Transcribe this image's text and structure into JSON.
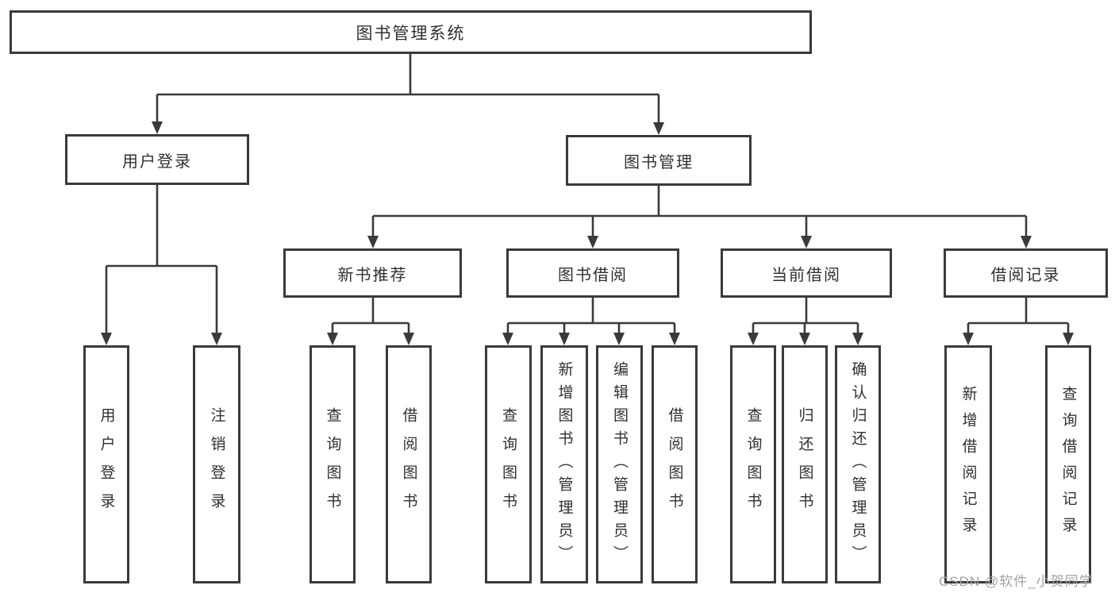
{
  "diagram": {
    "title": "图书管理系统",
    "root": {
      "label": "图书管理系统"
    },
    "level2": [
      {
        "label": "用户登录"
      },
      {
        "label": "图书管理"
      }
    ],
    "level3": [
      {
        "label": "新书推荐"
      },
      {
        "label": "图书借阅"
      },
      {
        "label": "当前借阅"
      },
      {
        "label": "借阅记录"
      }
    ],
    "leaves": {
      "user_login": [
        "用户登录",
        "注销登录"
      ],
      "new_books": [
        "查询图书",
        "借阅图书"
      ],
      "book_borrow": [
        "查询图书",
        "新增图书（管理员）",
        "编辑图书（管理员）",
        "借阅图书"
      ],
      "current_borrow": [
        "查询图书",
        "归还图书",
        "确认归还（管理员）"
      ],
      "borrow_records": [
        "新增借阅记录",
        "查询借阅记录"
      ]
    }
  },
  "watermark": {
    "text": "CSDN @软件_小贺同学"
  },
  "colors": {
    "line": "#3a3a3a",
    "box_border": "#3a3a3a",
    "box_background": "#ffffff",
    "text": "#303030",
    "watermark_text": "#a3a3a3"
  }
}
